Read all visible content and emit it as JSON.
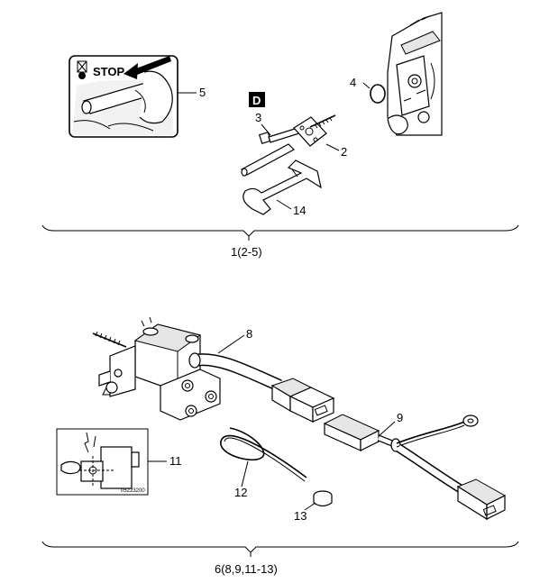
{
  "callouts": {
    "c1": "1(2-5)",
    "c2": "2",
    "c3": "3",
    "c4": "4",
    "c5": "5",
    "c6": "6(8,9,11-13)",
    "c8": "8",
    "c9": "9",
    "c11": "11",
    "c12": "12",
    "c13": "13",
    "c14": "14"
  },
  "stop_label": "STOP",
  "d_badge": "D",
  "inset_code": "05223200"
}
